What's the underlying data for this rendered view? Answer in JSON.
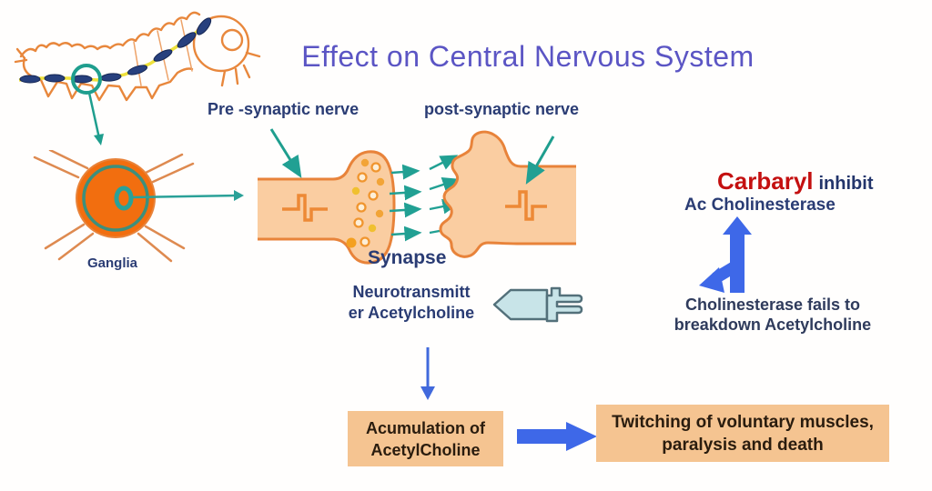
{
  "title": "Effect on Central Nervous System",
  "labels": {
    "pre_synaptic": "Pre -synaptic nerve",
    "post_synaptic": "post-synaptic nerve",
    "synapse": "Synapse",
    "ganglia": "Ganglia",
    "neurotransmitter_line1": "Neurotransmitt",
    "neurotransmitter_line2": "er Acetylcholine"
  },
  "right_panel": {
    "carbaryl": "Carbaryl",
    "inhibit": "inhibit",
    "target": "Ac Cholinesterase",
    "consequence_line1": "Cholinesterase fails to",
    "consequence_line2": "breakdown Acetylcholine"
  },
  "flow": {
    "box1_line1": "Acumulation of",
    "box1_line2": "AcetylCholine",
    "box2_line1": "Twitching of voluntary muscles,",
    "box2_line2": "paralysis and death"
  },
  "icons": {
    "caterpillar": "caterpillar-with-nerve-cord-illustration",
    "ganglia": "ganglion-cell-illustration",
    "synapse": "synapse-terminals-illustration",
    "release_icon": "neurotransmitter-release-plug-icon",
    "bent_arrow": "blue-bent-up-arrow",
    "down_arrow": "blue-thin-down-arrow",
    "right_arrow": "blue-thick-right-arrow"
  },
  "colors": {
    "title": "#5B55C4",
    "navy_label": "#2A3C74",
    "carbaryl_red": "#C41010",
    "teal": "#1F9E8E",
    "outline_orange": "#E8833A",
    "peach_fill": "#FACDA1",
    "ganglia_orange": "#F26E0F",
    "box_fill": "#F5C491",
    "flow_blue": "#3E68E8"
  }
}
